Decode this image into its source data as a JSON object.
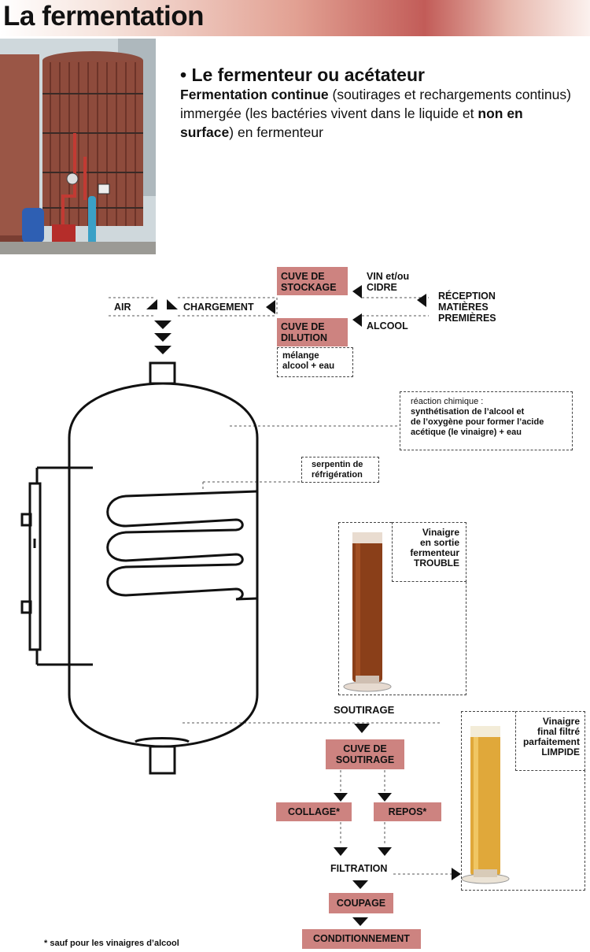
{
  "header": {
    "title": "La fermentation"
  },
  "intro": {
    "bullet_title": "• Le fermenteur ou acétateur",
    "text_bold1": "Fermentation continue",
    "text_1": " (soutirages et rechargements continus) immergée (les bactéries vivent dans le liquide et ",
    "text_bold2": "non en surface",
    "text_2": ") en fermenteur"
  },
  "flow": {
    "stockage": [
      "CUVE DE",
      "STOCKAGE"
    ],
    "dilution": [
      "CUVE DE",
      "DILUTION"
    ],
    "vin": [
      "VIN et/ou",
      "CIDRE"
    ],
    "alcool": "ALCOOL",
    "reception": [
      "RÉCEPTION",
      "MATIÈRES",
      "PREMIÈRES"
    ],
    "air": "AIR",
    "chargement": "CHARGEMENT",
    "melange": [
      "mélange",
      "alcool + eau"
    ],
    "reaction_line1": "réaction chimique :",
    "reaction_bold": [
      "synthétisation de l’alcool et",
      "de l’oxygène pour former l’acide",
      "acétique (le vinaigre) + eau"
    ],
    "serpentin": [
      "serpentin de",
      "réfrigération"
    ],
    "vinaigre_trouble": [
      "Vinaigre",
      "en sortie",
      "fermenteur",
      "TROUBLE"
    ],
    "soutirage": "SOUTIRAGE",
    "cuve_soutirage": [
      "CUVE DE",
      "SOUTIRAGE"
    ],
    "collage": "COLLAGE*",
    "repos": "REPOS*",
    "filtration": "FILTRATION",
    "vinaigre_limpide": [
      "Vinaigre",
      "final filtré",
      "parfaitement",
      "LIMPIDE"
    ],
    "coupage": "COUPAGE",
    "conditionnement": "CONDITIONNEMENT",
    "footnote": "* sauf pour les vinaigres d’alcool"
  }
}
